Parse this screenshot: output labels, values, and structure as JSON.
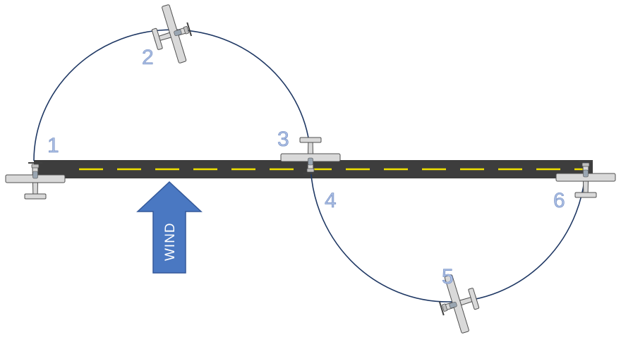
{
  "diagram": {
    "wind_label": "WIND",
    "positions": [
      {
        "id": "1",
        "label": "1"
      },
      {
        "id": "2",
        "label": "2"
      },
      {
        "id": "3",
        "label": "3"
      },
      {
        "id": "4",
        "label": "4"
      },
      {
        "id": "5",
        "label": "5"
      },
      {
        "id": "6",
        "label": "6"
      }
    ],
    "colors": {
      "runway": "#3d3d3d",
      "centerline": "#f0e000",
      "path": "#1f3864",
      "wind_arrow": "#4a78c2",
      "position_label": "#a9bde3",
      "airplane": "#d9d9d9"
    },
    "icons": [
      "airplane-icon",
      "wind-arrow"
    ]
  }
}
